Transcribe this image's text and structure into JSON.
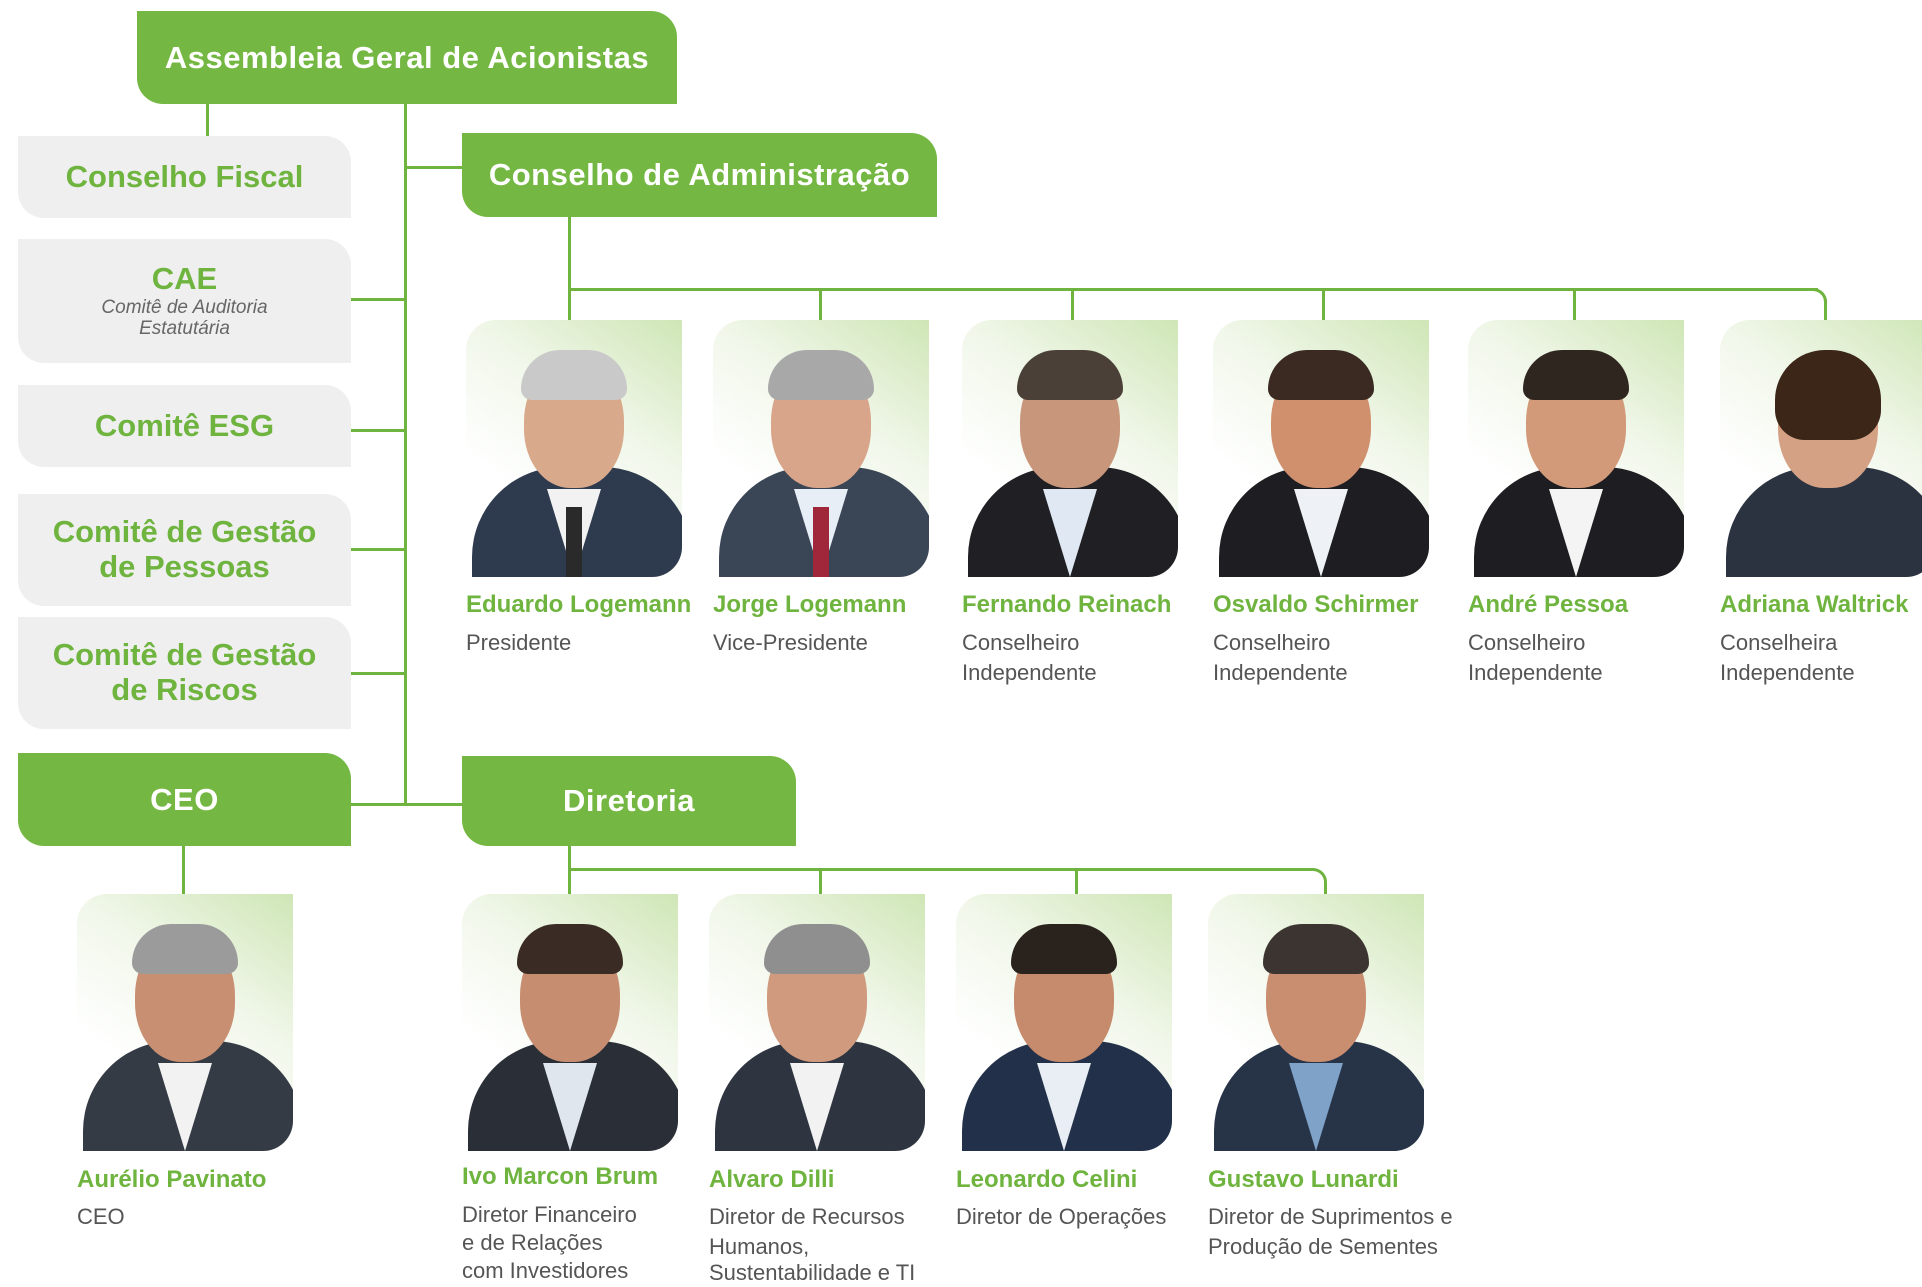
{
  "colors": {
    "accent": "#74b843",
    "line": "#6fb43f",
    "committee_bg": "#efefef",
    "role_text": "#555555"
  },
  "assembly": {
    "label": "Assembleia Geral de Acionistas"
  },
  "committees": {
    "fiscal": "Conselho Fiscal",
    "cae": {
      "title": "CAE",
      "line1": "Comitê de Auditoria",
      "line2": "Estatutária"
    },
    "esg": "Comitê ESG",
    "people": {
      "line1": "Comitê de Gestão",
      "line2": "de Pessoas"
    },
    "risks": {
      "line1": "Comitê de Gestão",
      "line2": "de Riscos"
    }
  },
  "board": {
    "title": "Conselho de Administração",
    "members": [
      {
        "name": "Eduardo Logemann",
        "role1": "Presidente",
        "role2": ""
      },
      {
        "name": "Jorge Logemann",
        "role1": "Vice-Presidente",
        "role2": ""
      },
      {
        "name": "Fernando Reinach",
        "role1": "Conselheiro",
        "role2": "Independente"
      },
      {
        "name": "Osvaldo Schirmer",
        "role1": "Conselheiro",
        "role2": "Independente"
      },
      {
        "name": "André Pessoa",
        "role1": "Conselheiro",
        "role2": "Independente"
      },
      {
        "name": "Adriana Waltrick",
        "role1": "Conselheira",
        "role2": "Independente"
      }
    ]
  },
  "ceo": {
    "title": "CEO",
    "name": "Aurélio Pavinato",
    "role": "CEO"
  },
  "directors": {
    "title": "Diretoria",
    "members": [
      {
        "name": "Ivo Marcon Brum",
        "role1": "Diretor Financeiro",
        "role2": "e de Relações",
        "role3": "com Investidores"
      },
      {
        "name": "Alvaro Dilli",
        "role1": "Diretor de Recursos",
        "role2": "Humanos,",
        "role3": "Sustentabilidade e TI"
      },
      {
        "name": "Leonardo Celini",
        "role1": "Diretor de Operações",
        "role2": "",
        "role3": ""
      },
      {
        "name": "Gustavo Lunardi",
        "role1": "Diretor de Suprimentos e",
        "role2": "Produção de Sementes",
        "role3": ""
      }
    ]
  }
}
